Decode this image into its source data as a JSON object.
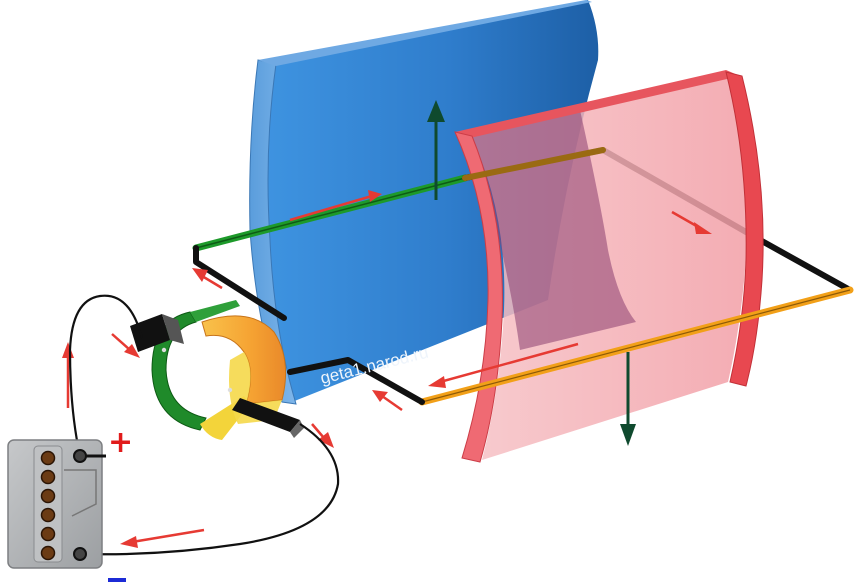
{
  "watermark": "geta1.narod.ru",
  "plus_sign": "+",
  "minus_sign": "−",
  "colors": {
    "north_magnet": "#2f86d8",
    "south_magnet": "#f07a85",
    "south_magnet_fill": "#f4b4ba",
    "wire_side_a": "#1d9a2a",
    "wire_side_b": "#f2a018",
    "wire": "#111111",
    "current_arrow": "#e63a33",
    "force_arrow": "#0f4a2e",
    "plus_color": "#e11b1b",
    "minus_color": "#1c2bd6",
    "commutator_green": "#1f8a2a",
    "commutator_orange": "#f4a33a",
    "battery_body": "#a7aaad"
  },
  "icons": {
    "north_magnet": "curved-blue-magnet-pole",
    "south_magnet": "curved-red-magnet-pole",
    "commutator": "split-ring-commutator",
    "brushes": "carbon-brush",
    "battery": "battery",
    "force_arrows": "force-arrow",
    "current_arrows": "current-direction-arrow"
  }
}
